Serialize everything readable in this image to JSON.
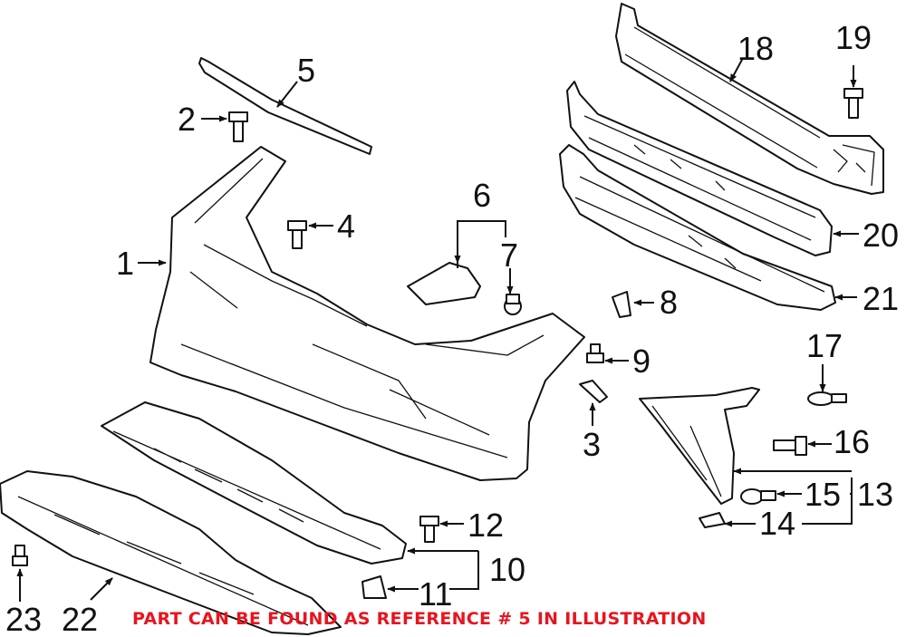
{
  "callouts": {
    "c1": "1",
    "c2": "2",
    "c3": "3",
    "c4": "4",
    "c5": "5",
    "c6": "6",
    "c7": "7",
    "c8": "8",
    "c9": "9",
    "c10": "10",
    "c11": "11",
    "c12": "12",
    "c13": "13",
    "c14": "14",
    "c15": "15",
    "c16": "16",
    "c17": "17",
    "c18": "18",
    "c19": "19",
    "c20": "20",
    "c21": "21",
    "c22": "22",
    "c23": "23"
  },
  "notice": {
    "text": "PART CAN BE FOUND AS REFERENCE # 5 IN ILLUSTRATION",
    "color": "#e8141e"
  }
}
